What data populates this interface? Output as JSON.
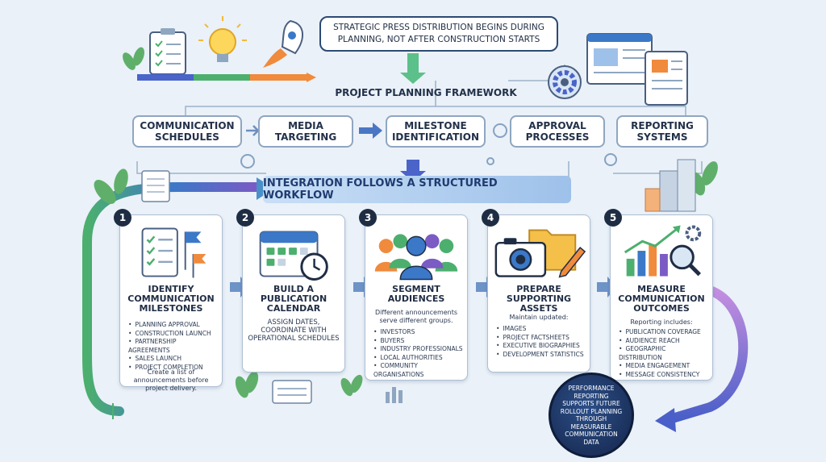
{
  "callout": "Strategic press distribution begins during planning, not after construction starts",
  "framework_title": "Project planning framework",
  "components": [
    "Communication Schedules",
    "Media Targeting",
    "Milestone Identification",
    "Approval Processes",
    "Reporting Systems"
  ],
  "banner": "Integration follows a structured workflow",
  "steps": [
    {
      "number": "1",
      "title": "Identify Communication Milestones",
      "intro": "",
      "items": [
        "Planning approval",
        "Construction launch",
        "Partnership agreements",
        "Sales launch",
        "Project completion"
      ],
      "footer": "Create a list of announcements before project delivery.",
      "icon": "checklist-flags-icon"
    },
    {
      "number": "2",
      "title": "Build a Publication Calendar",
      "intro": "",
      "items": [],
      "footer": "Assign dates, coordinate with operational schedules",
      "icon": "calendar-clock-icon"
    },
    {
      "number": "3",
      "title": "Segment Audiences",
      "intro": "Different announcements serve different groups.",
      "items": [
        "Investors",
        "Buyers",
        "Industry professionals",
        "Local authorities",
        "Community organisations"
      ],
      "footer": "",
      "icon": "audience-group-icon"
    },
    {
      "number": "4",
      "title": "Prepare Supporting Assets",
      "intro": "Maintain updated:",
      "items": [
        "Images",
        "Project factsheets",
        "Executive biographies",
        "Development statistics"
      ],
      "footer": "",
      "icon": "camera-folder-icon"
    },
    {
      "number": "5",
      "title": "Measure Communication Outcomes",
      "intro": "Reporting includes:",
      "items": [
        "Publication coverage",
        "Audience reach",
        "Geographic distribution",
        "Media engagement",
        "Message consistency"
      ],
      "footer": "",
      "icon": "growth-chart-icon"
    }
  ],
  "performance": "Performance reporting supports future rollout planning through measurable communication data",
  "colors": {
    "navy": "#1f2d44",
    "green": "#4caf6e",
    "blue": "#3b78c8",
    "purple": "#7b5bc4",
    "orange": "#f08a3c"
  }
}
